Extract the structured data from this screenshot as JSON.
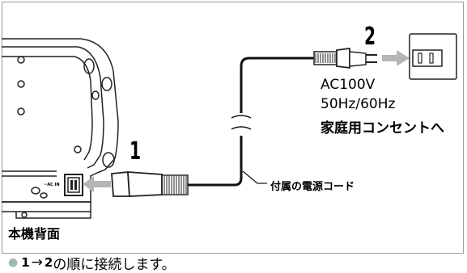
{
  "diagram": {
    "step_1": "1",
    "step_2": "2",
    "outlet_spec_line1": "AC100V",
    "outlet_spec_line2": "50Hz/60Hz",
    "outlet_spec_line3": "家庭用コンセントへ",
    "cord_label": "付属の電源コード",
    "back_label": "本機背面",
    "ac_in_label": "~AC IN"
  },
  "footer": {
    "bullet": "●",
    "step_a": "1",
    "arrow": "→",
    "step_b": "2",
    "text": "の順に接続します。"
  },
  "colors": {
    "border": "#9a9a9a",
    "arrow_gray": "#b5b5b5",
    "bullet": "#9bbab9"
  }
}
